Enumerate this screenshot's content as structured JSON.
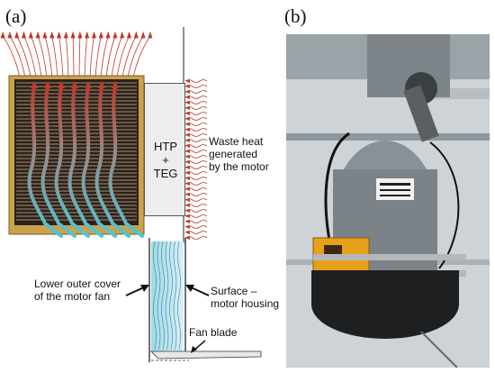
{
  "panel_a": {
    "label": "(a)",
    "htp_teg": [
      "HTP",
      "+",
      "TEG"
    ],
    "waste_heat": [
      "Waste heat",
      "generated",
      "by the motor"
    ],
    "lower_cover": [
      "Lower outer cover",
      "of the motor fan"
    ],
    "surface": [
      "Surface –",
      "motor housing"
    ],
    "fan_blade": "Fan blade"
  },
  "panel_b": {
    "label": "(b)"
  },
  "colors": {
    "hot_arrow": "#c0392b",
    "heat_pipe_cold": "#4fc6d6",
    "fin": "#4a3b2c",
    "frame": "#c9a24b",
    "housing_blue": "#bfe6ef",
    "motor_yellow": "#e6a019"
  }
}
